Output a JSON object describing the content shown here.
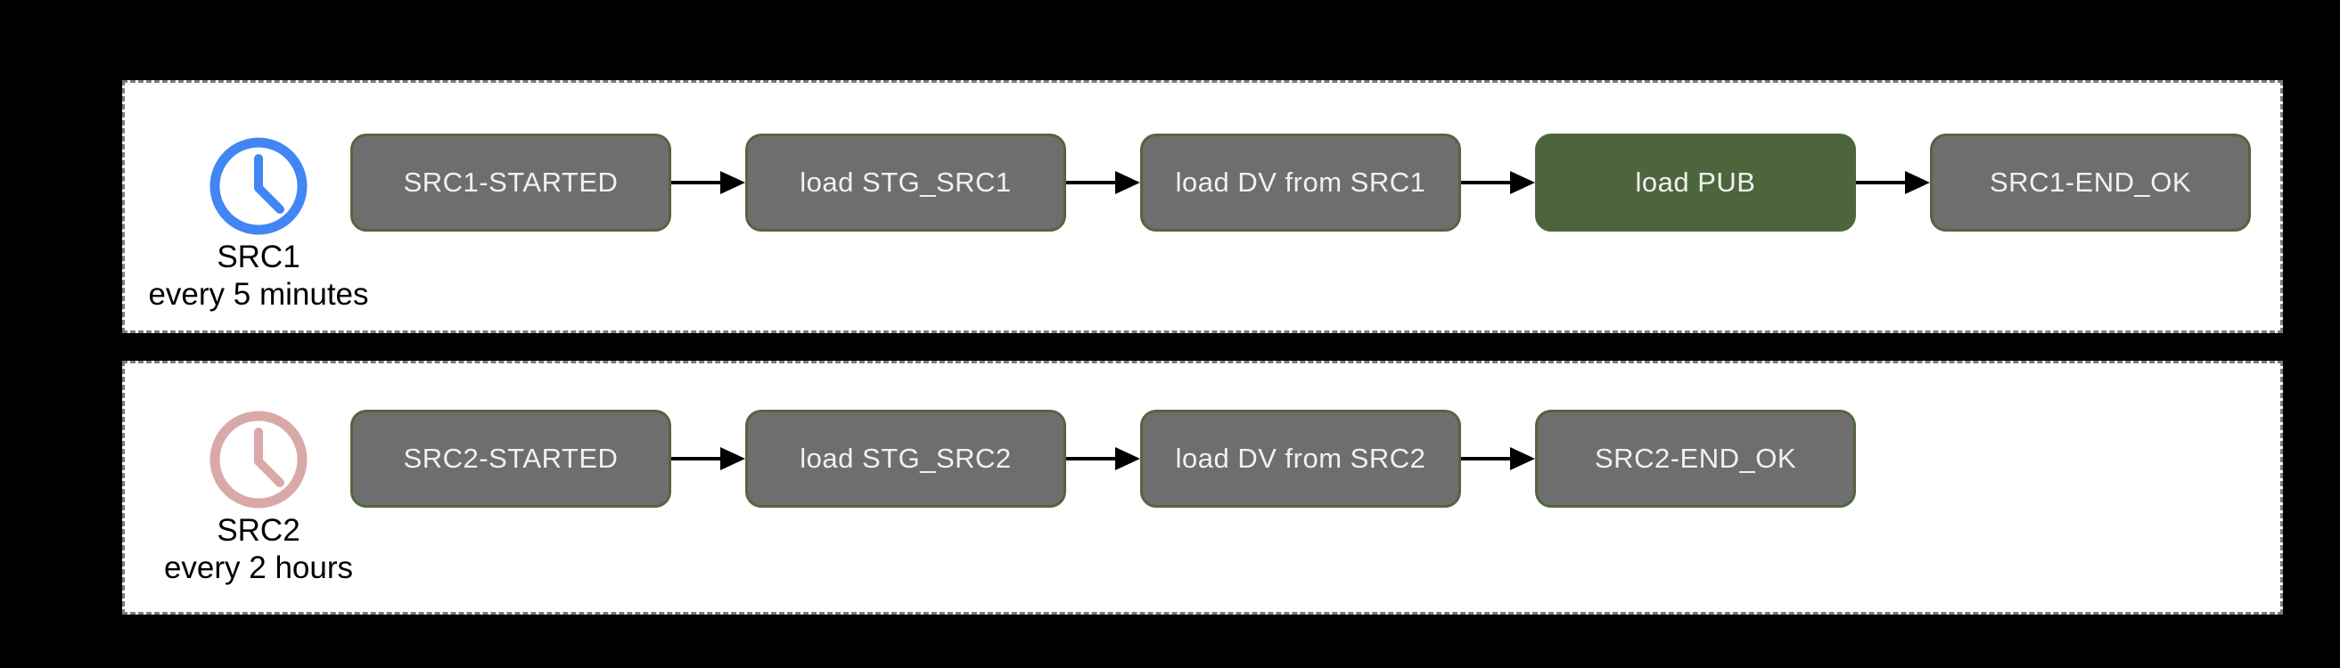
{
  "diagram": {
    "background_color": "#000000",
    "panel_fill": "#ffffff",
    "panel_border_color": "#7b7b7b",
    "node_fill": "#6e6e6e",
    "node_border_color": "#52663f",
    "node_highlight_fill": "#4d653c",
    "node_text_color": "#f1f1f1",
    "arrow_color": "#000000"
  },
  "panels": [
    {
      "trigger": {
        "name": "SRC1",
        "schedule": "every 5 minutes",
        "clock_color": "#4285f4"
      },
      "nodes": [
        {
          "label": "SRC1-STARTED"
        },
        {
          "label": "load STG_SRC1"
        },
        {
          "label": "load DV from SRC1"
        },
        {
          "label": "load PUB",
          "highlight": true
        },
        {
          "label": "SRC1-END_OK"
        }
      ]
    },
    {
      "trigger": {
        "name": "SRC2",
        "schedule": "every 2 hours",
        "clock_color": "#dba8a8"
      },
      "nodes": [
        {
          "label": "SRC2-STARTED"
        },
        {
          "label": "load STG_SRC2"
        },
        {
          "label": "load DV from SRC2"
        },
        {
          "label": "SRC2-END_OK"
        }
      ]
    }
  ]
}
